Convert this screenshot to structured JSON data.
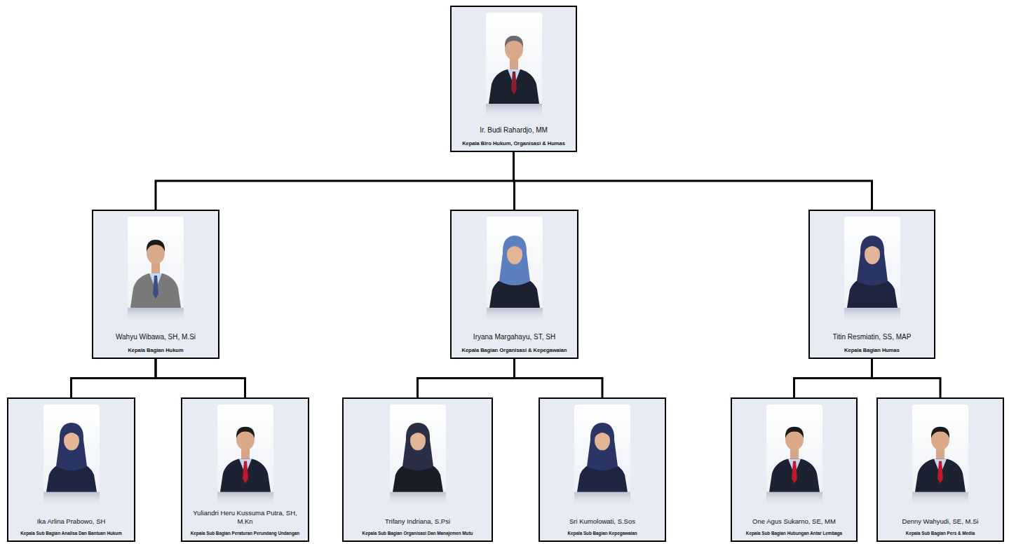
{
  "diagram": {
    "nodes": [
      {
        "text": [
          "Ir. Budi Rahardjo, MM",
          "Kepala Biro Hukum, Organisasi & Humas"
        ]
      },
      {
        "text": [
          "Wahyu Wibawa, SH, M.Si",
          "Kepala Bagian Hukum"
        ]
      },
      {
        "text": [
          "Iryana Margahayu, ST, SH",
          "Kepala Bagian Organisasi & Kepegawaian"
        ]
      },
      {
        "text": [
          "Titin Resmiatin, SS, MAP",
          "Kepala Bagian Humas"
        ]
      },
      {
        "text": [
          "Ika Arlina Prabowo, SH",
          "Kepala Sub Bagian Analisa Dan Bantuan Hukum"
        ]
      },
      {
        "text": [
          "Yuliandri Heru Kussuma Putra, SH, M.Kn",
          "Kepala Sub Bagian Peraturan Perundang Undangan"
        ]
      },
      {
        "text": [
          "Trifany Indriana, S.Psi",
          "Kepala Sub Bagian Organisasi Dan Manajemen Mutu"
        ]
      },
      {
        "text": [
          "Sri Kumolowati, S.Sos",
          "Kepala Sub Bagian Kepegawaian"
        ]
      },
      {
        "text": [
          "One Agus Sukarno, SE, MM",
          "Kepala Sub Bagian Hubungan Antar Lembaga"
        ]
      },
      {
        "text": [
          "Denny Wahyudi, SE, M.Si",
          "Kepala Sub Bagian Pers & Media"
        ]
      }
    ],
    "edges": [
      {
        "from": 0,
        "to": 1,
        "arrow": "none"
      },
      {
        "from": 0,
        "to": 2,
        "arrow": "none"
      },
      {
        "from": 0,
        "to": 3,
        "arrow": "none"
      },
      {
        "from": 1,
        "to": 4,
        "arrow": "none"
      },
      {
        "from": 1,
        "to": 5,
        "arrow": "none"
      },
      {
        "from": 2,
        "to": 6,
        "arrow": "none"
      },
      {
        "from": 2,
        "to": 7,
        "arrow": "none"
      },
      {
        "from": 3,
        "to": 8,
        "arrow": "none"
      },
      {
        "from": 3,
        "to": 9,
        "arrow": "none"
      }
    ]
  }
}
